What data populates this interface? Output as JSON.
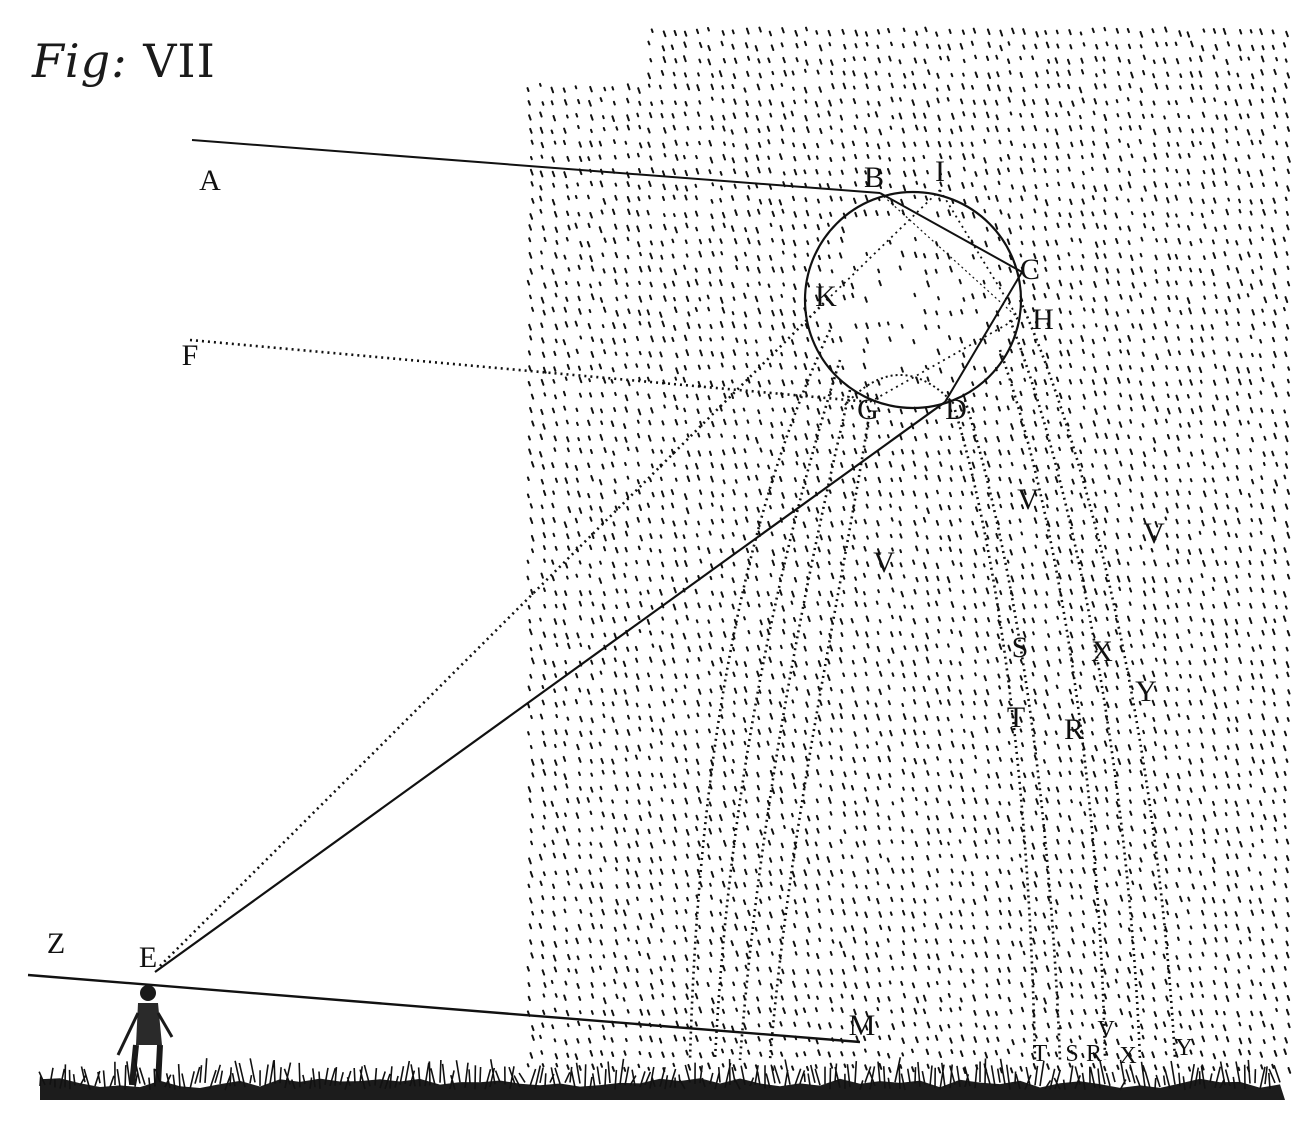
{
  "title": {
    "prefix": "Fig:",
    "numeral": "VII"
  },
  "labels": {
    "A": "A",
    "B": "B",
    "I": "I",
    "C": "C",
    "K": "K",
    "H": "H",
    "F": "F",
    "G": "G",
    "D": "D",
    "V1": "V",
    "V2": "V",
    "V3": "V",
    "S": "S",
    "X": "X",
    "Y": "Y",
    "T": "T",
    "R": "R",
    "Z": "Z",
    "E": "E",
    "M": "M",
    "bT": "T",
    "bS": "S",
    "bR": "R",
    "bV": "V",
    "bX": "X",
    "bY": "Y"
  },
  "colors": {
    "ink": "#111111",
    "paper": "#ffffff",
    "ground": "#1c1c1c"
  }
}
